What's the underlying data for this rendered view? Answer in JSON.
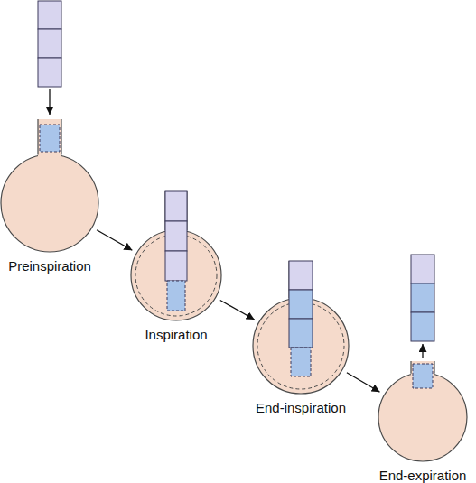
{
  "diagram": {
    "nodes": [
      {
        "text": [
          "Preinspiration"
        ]
      },
      {
        "text": [
          "Inspiration"
        ]
      },
      {
        "text": [
          "End-inspiration"
        ]
      },
      {
        "text": [
          "End-expiration"
        ]
      }
    ],
    "edges": [
      {
        "from": 0,
        "to": 1,
        "arrow": "to"
      },
      {
        "from": 1,
        "to": 2,
        "arrow": "to"
      },
      {
        "from": 2,
        "to": 3,
        "arrow": "to"
      }
    ]
  }
}
